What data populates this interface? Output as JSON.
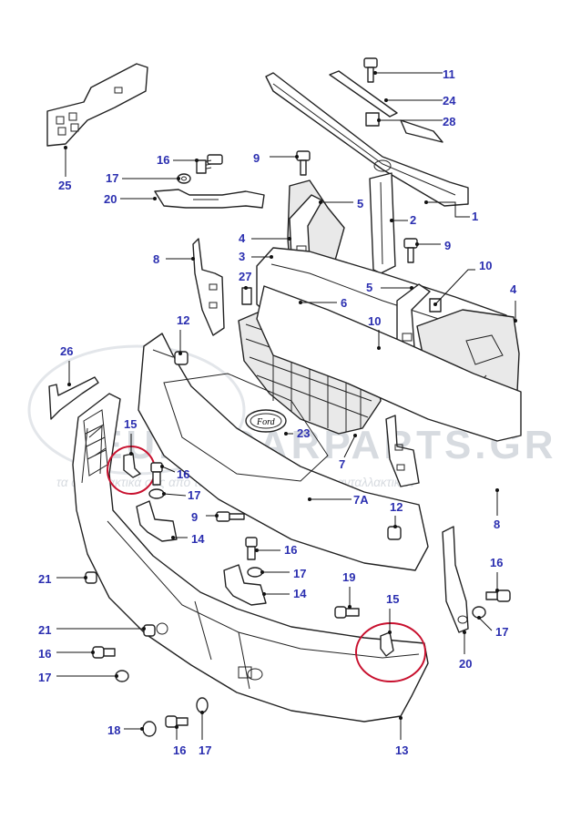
{
  "diagram": {
    "label_color": "#2b2fb0",
    "highlight_color": "#c8102e",
    "callouts": {
      "c1": "1",
      "c2": "2",
      "c3": "3",
      "c4a": "4",
      "c4b": "4",
      "c5a": "5",
      "c5b": "5",
      "c6": "6",
      "c7": "7",
      "c7a": "7A",
      "c8a": "8",
      "c8b": "8",
      "c9a": "9",
      "c9b": "9",
      "c9c": "9",
      "c10a": "10",
      "c10b": "10",
      "c11": "11",
      "c12a": "12",
      "c12b": "12",
      "c13": "13",
      "c14a": "14",
      "c14b": "14",
      "c15a": "15",
      "c15b": "15",
      "c16a": "16",
      "c16b": "16",
      "c16c": "16",
      "c16d": "16",
      "c16e": "16",
      "c16f": "16",
      "c17a": "17",
      "c17b": "17",
      "c17c": "17",
      "c17d": "17",
      "c17e": "17",
      "c17f": "17",
      "c18": "18",
      "c19": "19",
      "c20a": "20",
      "c20b": "20",
      "c21a": "21",
      "c21b": "21",
      "c23": "23",
      "c24": "24",
      "c25": "25",
      "c26": "26",
      "c27": "27",
      "c28": "28"
    },
    "emblem_text": "Ford",
    "watermark": {
      "title": "EUROCARPARTS.GR",
      "subtitle": "τα ανταλλακτικά σας απο το ηλεκτρονικό κατάστημα ανταλλακτικών"
    }
  }
}
